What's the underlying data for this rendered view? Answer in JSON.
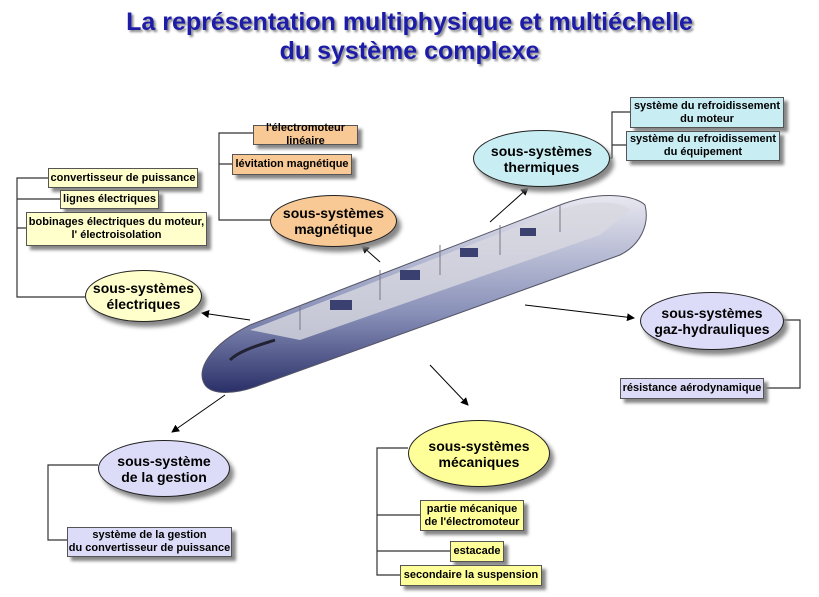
{
  "title": {
    "line1": "La représentation multiphysique et multiéchelle",
    "line2": "du système complexe"
  },
  "colors": {
    "electrical": "#ffffcc",
    "magnetic": "#f8c995",
    "thermal": "#c8eef4",
    "gas": "#dcdcf8",
    "management": "#dcdcf8",
    "mechanical": "#ffff99",
    "title": "#1c1ca8"
  },
  "groups": {
    "electrical": {
      "l1": "sous-systèmes",
      "l2": "électriques",
      "items": [
        "convertisseur de puissance",
        "lignes électriques",
        "bobinages électriques du moteur,",
        "l' électroisolation"
      ]
    },
    "magnetic": {
      "l1": "sous-systèmes",
      "l2": "magnétique",
      "items": [
        "l'électromoteur linéaire",
        "lévitation magnétique"
      ]
    },
    "thermal": {
      "l1": "sous-systèmes",
      "l2": "thermiques",
      "items": [
        "système du refroidissement",
        "du  moteur",
        "système du refroidissement",
        "du  équipement"
      ]
    },
    "gas": {
      "l1": "sous-systèmes",
      "l2": "gaz-hydrauliques",
      "items": [
        "résistance aérodynamique"
      ]
    },
    "management": {
      "l1": "sous-système",
      "l2": "de la gestion",
      "items": [
        "système de la gestion",
        "du convertisseur de puissance"
      ]
    },
    "mechanical": {
      "l1": "sous-systèmes",
      "l2": "mécaniques",
      "items": [
        "partie mécanique",
        "de l'électromoteur",
        "estacade",
        "secondaire la suspension"
      ]
    }
  }
}
